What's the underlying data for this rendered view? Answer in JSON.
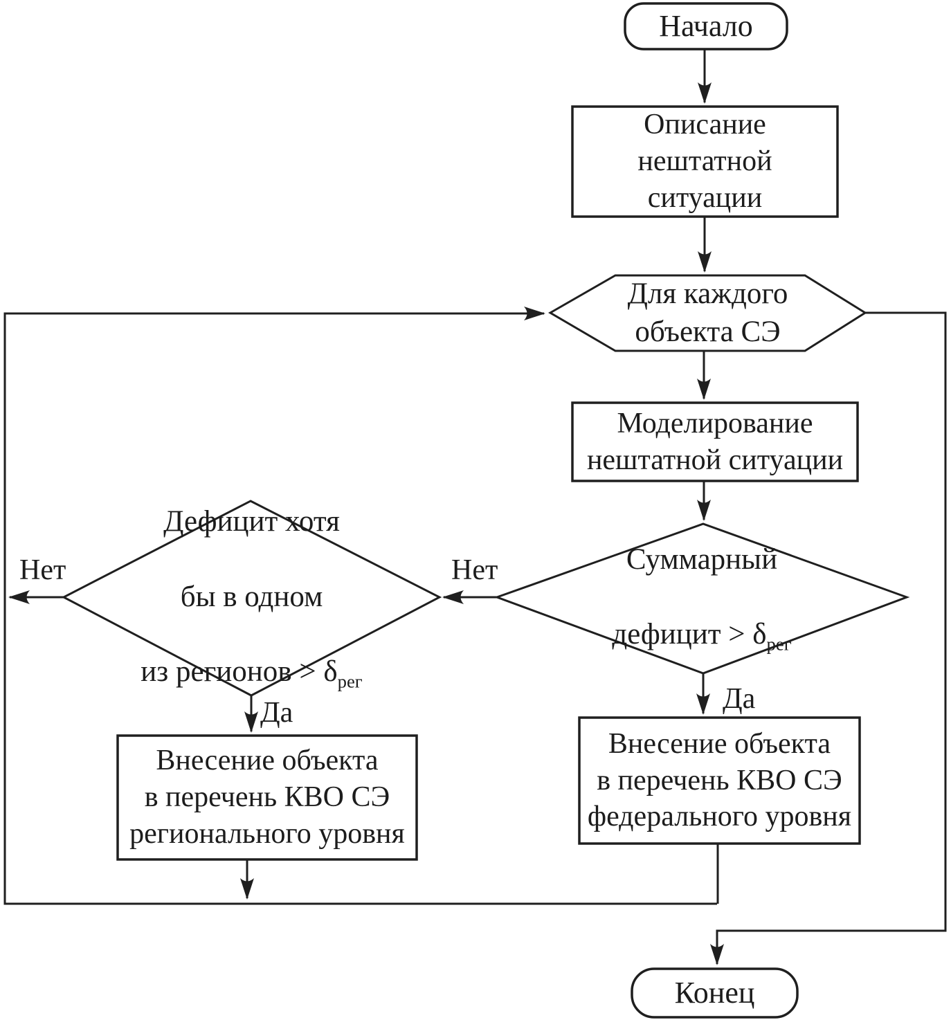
{
  "diagram": {
    "language": "ru",
    "colors": {
      "stroke": "#1f1f1f",
      "node_fill": "#ffffff",
      "background": "#ffffff"
    },
    "nodes": {
      "start": {
        "type": "terminator",
        "label": "Начало"
      },
      "describe": {
        "type": "process",
        "label": "Описание\nнештатной\nситуации"
      },
      "foreach": {
        "type": "loop",
        "label": "Для каждого\nобъекта СЭ"
      },
      "simulate": {
        "type": "process",
        "label": "Моделирование\nнештатной ситуации"
      },
      "decision_total": {
        "type": "decision",
        "line1": "Суммарный",
        "line2_prefix": "дефицит > δ",
        "line2_sub": "рег"
      },
      "decision_region": {
        "type": "decision",
        "line1": "Дефицит хотя",
        "line2": "бы в одном",
        "line3_prefix": "из регионов > δ",
        "line3_sub": "рег"
      },
      "add_federal": {
        "type": "process",
        "label": "Внесение объекта\nв перечень КВО СЭ\nфедерального уровня"
      },
      "add_regional": {
        "type": "process",
        "label": "Внесение объекта\nв перечень КВО СЭ\nрегионального уровня"
      },
      "end": {
        "type": "terminator",
        "label": "Конец"
      }
    },
    "edges": {
      "total_yes_label": "Да",
      "total_no_label": "Нет",
      "region_yes_label": "Да",
      "region_no_label": "Нет"
    }
  }
}
